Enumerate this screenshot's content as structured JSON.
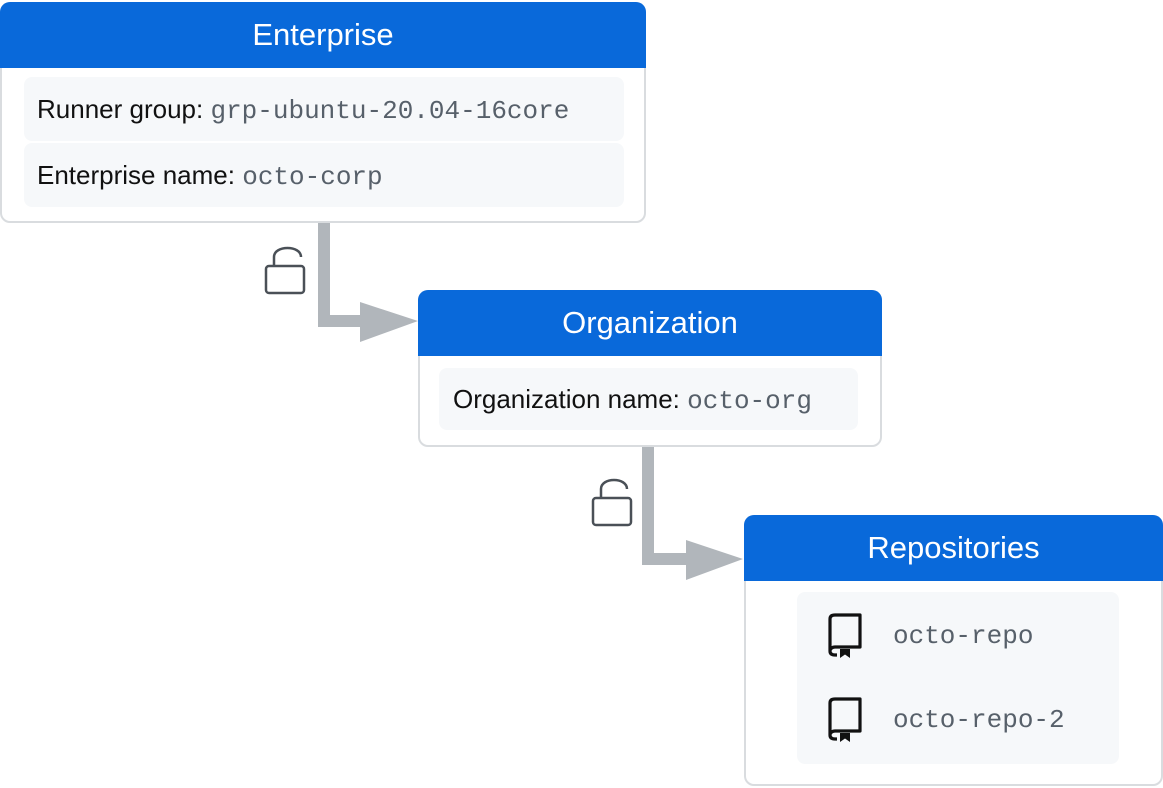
{
  "enterprise": {
    "title": "Enterprise",
    "runner_group_label": "Runner group:",
    "runner_group_value": "grp-ubuntu-20.04-16core",
    "enterprise_name_label": "Enterprise name:",
    "enterprise_name_value": "octo-corp"
  },
  "organization": {
    "title": "Organization",
    "org_name_label": "Organization name:",
    "org_name_value": "octo-org"
  },
  "repositories": {
    "title": "Repositories",
    "items": [
      {
        "name": "octo-repo",
        "icon": "repo-icon"
      },
      {
        "name": "octo-repo-2",
        "icon": "repo-icon"
      }
    ]
  },
  "connectors": {
    "icon": "unlock-icon",
    "color": "#b1b6bb"
  },
  "colors": {
    "header": "#0969da",
    "row_bg": "#f6f8fa",
    "border": "#d9dcdf",
    "mono_text": "#57606a"
  }
}
